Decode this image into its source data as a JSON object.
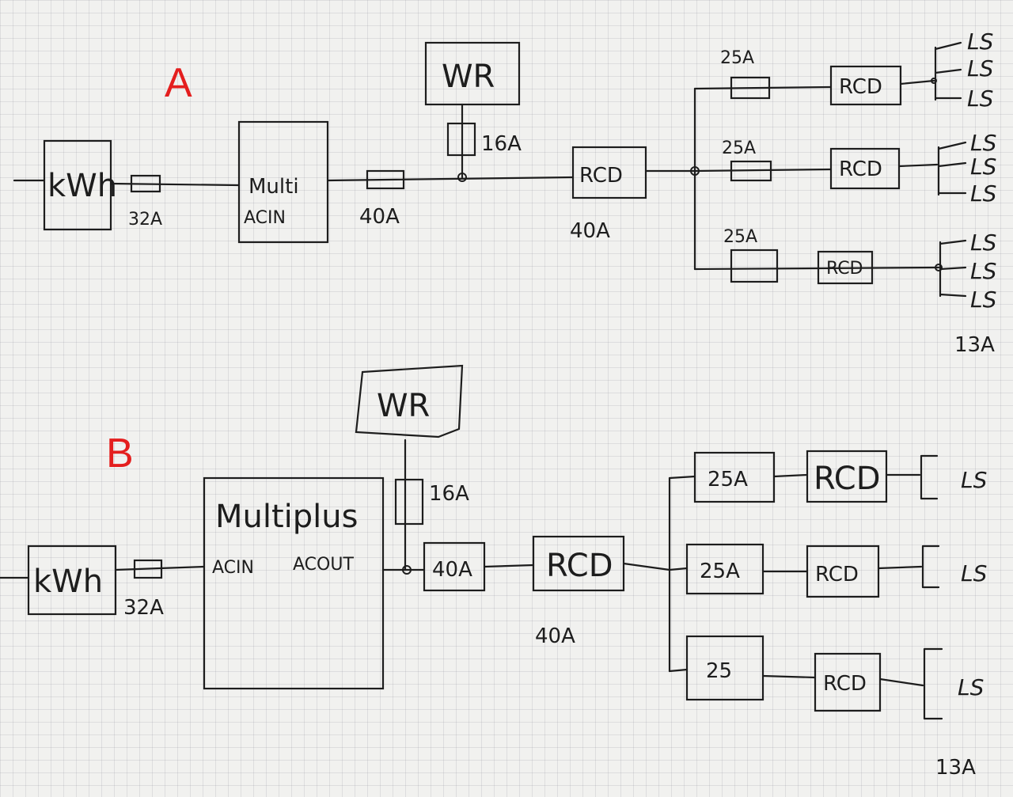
{
  "colors": {
    "ink": "#1d1d1d",
    "section_label": "#e41e1e",
    "paper": "#f1f1ef"
  },
  "diagram_a": {
    "section": "A",
    "meter": "kWh",
    "fuse_in": "32A",
    "multi_line1": "Multi",
    "multi_line2": "ACIN",
    "fuse_main": "40A",
    "inverter": "WR",
    "inverter_fuse": "16A",
    "rcd_main": "RCD",
    "rcd_main_rating": "40A",
    "branches": [
      {
        "fuse": "25A",
        "rcd": "RCD",
        "loads": [
          "LS",
          "LS",
          "LS"
        ]
      },
      {
        "fuse": "25A",
        "rcd": "RCD",
        "loads": [
          "LS",
          "LS",
          "LS"
        ]
      },
      {
        "fuse": "25A",
        "rcd": "RCD",
        "loads": [
          "LS",
          "LS",
          "LS"
        ]
      }
    ],
    "load_rating": "13A"
  },
  "diagram_b": {
    "section": "B",
    "meter": "kWh",
    "fuse_in": "32A",
    "multiplus_line1": "Multiplus",
    "multiplus_acin": "ACIN",
    "multiplus_acout": "ACOUT",
    "inverter": "WR",
    "inverter_fuse": "16A",
    "fuse_main": "40A",
    "rcd_main": "RCD",
    "rcd_main_rating": "40A",
    "branches": [
      {
        "fuse": "25A",
        "rcd": "RCD",
        "load": "LS"
      },
      {
        "fuse": "25A",
        "rcd": "RCD",
        "load": "LS"
      },
      {
        "fuse": "25",
        "rcd": "RCD",
        "load": "LS"
      }
    ],
    "load_rating": "13A"
  }
}
